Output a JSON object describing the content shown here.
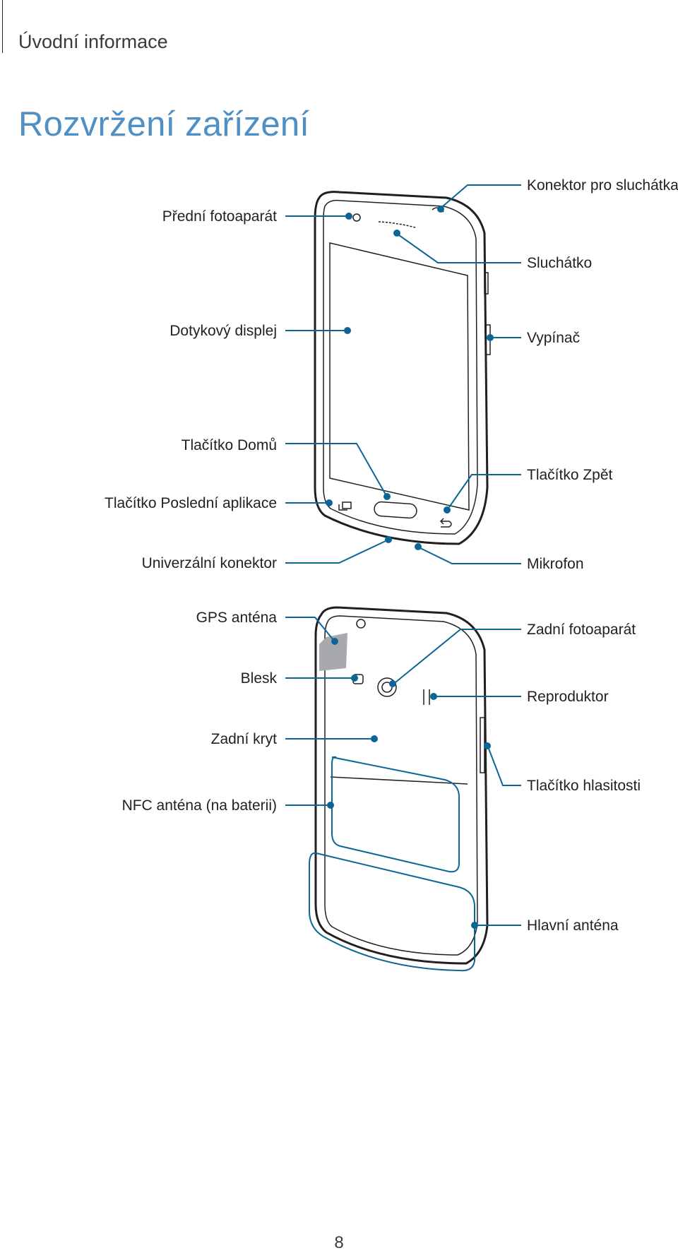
{
  "header": {
    "section": "Úvodní informace"
  },
  "title": "Rozvržení zařízení",
  "front_labels": {
    "front_camera": "Přední fotoaparát",
    "touch_display": "Dotykový displej",
    "home_button": "Tlačítko Domů",
    "recent_apps_button": "Tlačítko Poslední aplikace",
    "universal_connector": "Univerzální konektor",
    "headset_jack": "Konektor pro sluchátka",
    "earpiece": "Sluchátko",
    "power_button": "Vypínač",
    "back_button": "Tlačítko Zpět",
    "microphone": "Mikrofon"
  },
  "back_labels": {
    "gps_antenna": "GPS anténa",
    "flash": "Blesk",
    "back_cover": "Zadní kryt",
    "nfc_antenna": "NFC anténa (na baterii)",
    "rear_camera": "Zadní fotoaparát",
    "speaker": "Reproduktor",
    "volume_button": "Tlačítko hlasitosti",
    "main_antenna": "Hlavní anténa"
  },
  "colors": {
    "accent": "#4f8fc4",
    "leader": "#0b6597",
    "text": "#231f20"
  },
  "page_number": "8"
}
